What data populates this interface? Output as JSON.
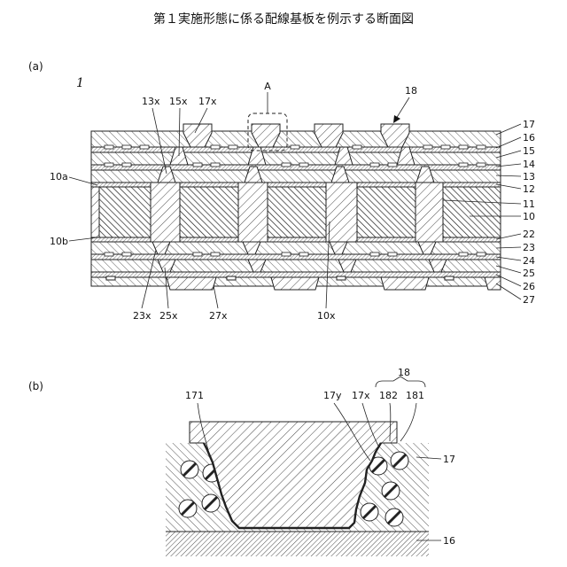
{
  "title": "第１実施形態に係る配線基板を例示する断面図",
  "panel_a": {
    "label": "(a)",
    "ref_numeral": "1",
    "detail_label": "A",
    "top_labels": [
      "13x",
      "15x",
      "17x"
    ],
    "bump_label": "18",
    "right_labels": [
      "17",
      "16",
      "15",
      "14",
      "13",
      "12",
      "11",
      "10",
      "22",
      "23",
      "24",
      "25",
      "26",
      "27"
    ],
    "left_labels": [
      "10a",
      "10b"
    ],
    "bottom_labels": [
      "23x",
      "25x",
      "27x",
      "10x"
    ]
  },
  "panel_b": {
    "label": "(b)",
    "group_label": "18",
    "top_labels": [
      "171",
      "17y",
      "17x",
      "182",
      "181"
    ],
    "right_labels": [
      "17",
      "16"
    ]
  }
}
